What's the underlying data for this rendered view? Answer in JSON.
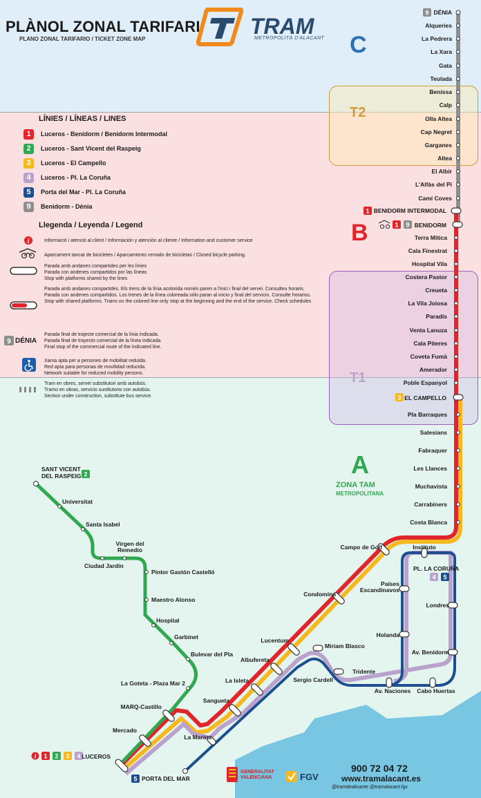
{
  "header": {
    "title": "PLÀNOL ZONAL TARIFARI",
    "subtitle": "PLANO ZONAL TARIFARIO / TICKET ZONE MAP",
    "brand": "TRAM",
    "brand_sub": "METROPOLITÀ D'ALACANT"
  },
  "zones": {
    "c": "C",
    "b": "B",
    "a": "A",
    "a_name": "ZONA TAM",
    "a_sub": "METROPOLITANA",
    "t1": "T1",
    "t2": "T2"
  },
  "lines_header": "LÍNIES / LÍNEAS / LINES",
  "lines": [
    {
      "num": "1",
      "name": "Luceros - Benidorm / Benidorm Intermodal",
      "color": "#e0262b"
    },
    {
      "num": "2",
      "name": "Luceros - Sant Vicent del Raspeig",
      "color": "#2fa84f"
    },
    {
      "num": "3",
      "name": "Luceros - El Campello",
      "color": "#f5b81f"
    },
    {
      "num": "4",
      "name": "Luceros - Pl. La Coruña",
      "color": "#b9a2cc"
    },
    {
      "num": "5",
      "name": "Porta del Mar - Pl. La Coruña",
      "color": "#1d4e8f"
    },
    {
      "num": "9",
      "name": "Benidorm - Dénia",
      "color": "#8e8e8e"
    }
  ],
  "legend_header": "Llegenda / Leyenda / Legend",
  "legend": [
    {
      "icon": "info-icon",
      "text": "Informació i atenció al client / Información y atención al cliente / Information and customer service"
    },
    {
      "icon": "bicycle-parking-icon",
      "text": "Aparcament tancat de bicicletes / Aparcamiento cerrado de bicicletas / Closed bicycle parking."
    },
    {
      "icon": "shared-platform-icon",
      "text": "Parada amb andanes compartides per les línies\nParada con andenes compartidos por las líneas\nStop with platforms shared by the lines"
    },
    {
      "icon": "shared-platform-colored-icon",
      "text": "Parada amb andanes compartides. Els trens de la línia acolorida només paren a l'inici i final del servei. Consulteu horaris.\nParada con andenes compartidos. Los trenes de la línea coloreada sólo paran al inicio y final del servicio. Consulte horarios.\nStop with shared platforms. Trains on the colored line only stop at the beginning and the end of the service. Check schedules"
    },
    {
      "icon": "terminal-stop-icon",
      "label": "DÉNIA",
      "text": "Parada final de trajecte comercial de la línia indicada.\nParada final de trayecto comercial de la línea indicada.\nFinal stop of the commercial route of the indicated line."
    },
    {
      "icon": "wheelchair-icon",
      "text": "Xarxa apta per a persones de mobilitat reduïda.\nRed apta para personas de movilidad reducida.\nNetwork suitable for reduced mobility persons."
    },
    {
      "icon": "bus-substitute-icon",
      "text": "Tram en obres, servei substitutori amb autobús.\nTramo en obras, servicio sustitutorio con autobús.\nSection under construction, substitute bus service."
    }
  ],
  "stations": {
    "north": [
      "DÉNIA",
      "Alqueries",
      "La Pedrera",
      "La Xara",
      "Gata",
      "Teulada",
      "Benissa",
      "Calp",
      "Olla Altea",
      "Cap Negret",
      "Garganes",
      "Altea",
      "El Albir",
      "L'Alfàs del Pi",
      "Camí Coves"
    ],
    "benidorm_intermodal": "BENIDORM INTERMODAL",
    "benidorm": "BENIDORM",
    "coast": [
      "Terra Mítica",
      "Cala Finestrat",
      "Hospital Vila",
      "Costera Pastor",
      "Creueta",
      "La Vila Joiosa",
      "Paradís",
      "Venta Lanuza",
      "Cala Piteres",
      "Coveta Fumà",
      "Amerador",
      "Poble Espanyol"
    ],
    "el_campello": "EL CAMPELLO",
    "south": [
      "Pla Barraques",
      "Salesians",
      "Fabraquer",
      "Les Llances",
      "Muchavista",
      "Carrabiners",
      "Costa Blanca"
    ],
    "city_trunk": [
      "Campo de Golf",
      "Condomina",
      "Lucentum",
      "Albufereta",
      "La Isleta",
      "Sangueta",
      "MARQ-Castillo",
      "Mercado"
    ],
    "luceros": "LUCEROS",
    "line2": [
      "SANT VICENT DEL RASPEIG",
      "Universitat",
      "Santa Isabel",
      "Virgen del Remedio",
      "Ciudad Jardín",
      "Pintor Gastón Castelló",
      "Maestro Alonso",
      "Hospital",
      "Garbinet",
      "Bulevar del Pla",
      "La Goteta - Plaza Mar 2"
    ],
    "loop": [
      "Instituto",
      "PL. LA CORUÑA",
      "Países Escandinavos",
      "Londres",
      "Holanda",
      "Av. Benidorm",
      "Miriam Blasco",
      "Tridente",
      "Av. Naciones",
      "Cabo Huertas",
      "Sergio Cardell"
    ],
    "line5": [
      "La Marina",
      "PORTA DEL MAR"
    ]
  },
  "badges": {
    "denia": "9",
    "benidorm_intermodal": "1",
    "benidorm": [
      "1",
      "9"
    ],
    "el_campello": "3",
    "sant_vicent": "2",
    "la_coruna": [
      "4",
      "5"
    ],
    "luceros": [
      "1",
      "2",
      "3",
      "4"
    ],
    "porta_del_mar": "5"
  },
  "footer": {
    "phone": "900 72 04 72",
    "web": "www.tramalacant.es",
    "social": "@tramdealicante  @tramalacant.fgv",
    "gv": "GENERALITAT VALENCIANA",
    "fgv": "FGV"
  }
}
